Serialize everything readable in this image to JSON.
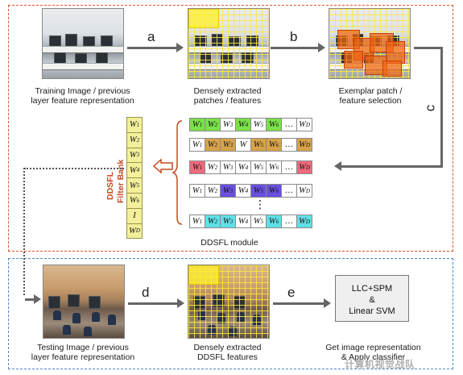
{
  "steps": {
    "a": "a",
    "b": "b",
    "c": "c",
    "d": "d",
    "e": "e"
  },
  "captions": {
    "training": [
      "Training Image / previous",
      "layer feature representation"
    ],
    "dense": [
      "Densely extracted",
      "patches / features"
    ],
    "exemplar": [
      "Exemplar patch /",
      "feature selection"
    ],
    "module": "DDSFL module",
    "testing": [
      "Testing Image / previous",
      "layer feature representation"
    ],
    "dense_test": "Densely extracted",
    "ddsfl_features": "DDSFL features",
    "get_image": [
      "Get image representation",
      "& Apply classifier"
    ]
  },
  "filter_bank": {
    "title": [
      "DDSFL",
      "Filter Bank"
    ],
    "cells": [
      "W1",
      "W2",
      "W3",
      "W4",
      "W5",
      "W6",
      "I",
      "WD"
    ]
  },
  "matrix_rows": [
    {
      "cells": [
        "W1",
        "W2",
        "W3",
        "W4",
        "W5",
        "W6",
        "…",
        "WD"
      ],
      "colors": [
        "#7be04a",
        "#7be04a",
        "#ffffff",
        "#7be04a",
        "#ffffff",
        "#7be04a",
        "#ffffff",
        "#ffffff"
      ]
    },
    {
      "cells": [
        "W1",
        "W2",
        "W3",
        "W",
        "W5",
        "W6",
        "…",
        "WD"
      ],
      "colors": [
        "#ffffff",
        "#d6a24a",
        "#d6a24a",
        "#ffffff",
        "#d6a24a",
        "#d6a24a",
        "#ffffff",
        "#d6a24a"
      ]
    },
    {
      "cells": [
        "W1",
        "W2",
        "W3",
        "W4",
        "W5",
        "W6",
        "…",
        "WD"
      ],
      "colors": [
        "#ee6a7c",
        "#ffffff",
        "#ffffff",
        "#ffffff",
        "#ffffff",
        "#ffffff",
        "#ffffff",
        "#ee6a7c"
      ]
    },
    {
      "cells": [
        "W1",
        "W2",
        "W3",
        "W4",
        "W5",
        "W6",
        "…",
        "WD"
      ],
      "colors": [
        "#ffffff",
        "#ffffff",
        "#6a4fe0",
        "#ffffff",
        "#6a4fe0",
        "#6a4fe0",
        "#ffffff",
        "#ffffff"
      ]
    },
    {
      "cells": [
        "W1",
        "W2",
        "W3",
        "W4",
        "W5",
        "W6",
        "…",
        "WD"
      ],
      "colors": [
        "#ffffff",
        "#5ee0e6",
        "#5ee0e6",
        "#ffffff",
        "#ffffff",
        "#5ee0e6",
        "#ffffff",
        "#5ee0e6"
      ]
    }
  ],
  "vertical_ellipsis": "⋮",
  "classifier": [
    "LLC+SPM",
    "&",
    "Linear SVM"
  ],
  "watermark": "计算机视觉战队",
  "colors": {
    "top_frame": "#d9542b",
    "bottom_frame": "#4f86c8",
    "arrow": "#666666",
    "highlight_text": "#d9401f"
  }
}
